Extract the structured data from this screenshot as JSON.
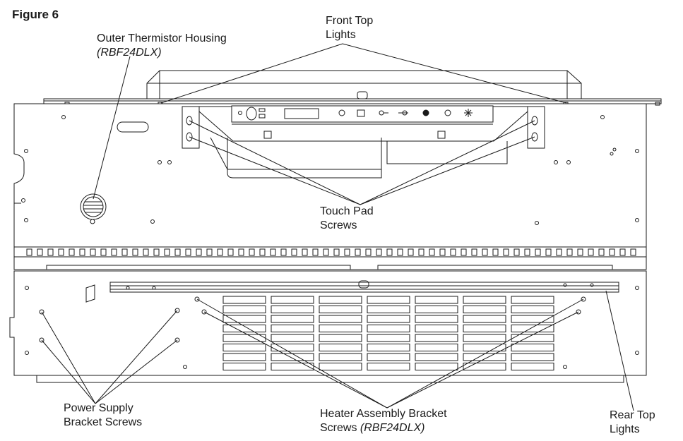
{
  "figure_title": "Figure 6",
  "callouts": {
    "outer_thermistor": {
      "line1": "Outer Thermistor Housing",
      "line2": "(RBF24DLX)"
    },
    "front_top_lights": {
      "line1": "Front Top",
      "line2": "Lights"
    },
    "touch_pad_screws": {
      "line1": "Touch Pad",
      "line2": "Screws"
    },
    "power_supply_screws": {
      "line1": "Power Supply",
      "line2": "Bracket Screws"
    },
    "heater_assembly_screws": {
      "line1": "Heater Assembly Bracket",
      "line2_plain": "Screws ",
      "line2_italic": "(RBF24DLX)"
    },
    "rear_top_lights": {
      "line1": "Rear Top",
      "line2": "Lights"
    }
  },
  "colors": {
    "line": "#1a1a1a",
    "fill": "#ffffff",
    "light_fill": "#f2f2f2"
  }
}
